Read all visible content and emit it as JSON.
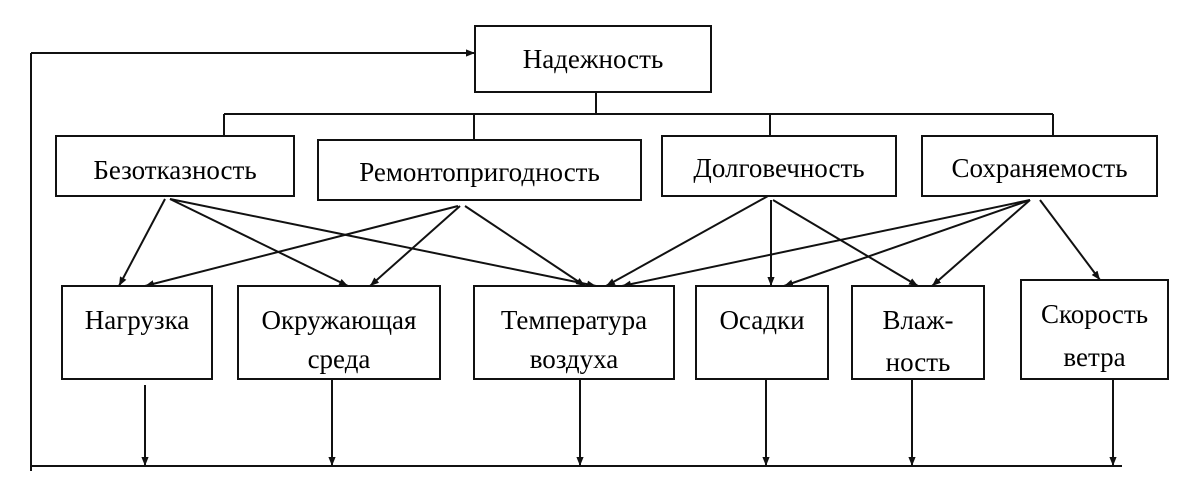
{
  "diagram": {
    "root": {
      "id": "reliability",
      "label": [
        "Надежность"
      ]
    },
    "properties": [
      {
        "id": "failure-free",
        "label": [
          "Безотказность"
        ]
      },
      {
        "id": "maintainability",
        "label": [
          "Ремонтопригодность"
        ]
      },
      {
        "id": "durability",
        "label": [
          "Долговечность"
        ]
      },
      {
        "id": "storability",
        "label": [
          "Сохраняемость"
        ]
      }
    ],
    "factors": [
      {
        "id": "load",
        "label": [
          "Нагрузка"
        ]
      },
      {
        "id": "environment",
        "label": [
          "Окружающая",
          "среда"
        ]
      },
      {
        "id": "air-temperature",
        "label": [
          "Температура",
          "воздуха"
        ]
      },
      {
        "id": "precipitation",
        "label": [
          "Осадки"
        ]
      },
      {
        "id": "humidity",
        "label": [
          "Влаж-",
          "ность"
        ]
      },
      {
        "id": "wind-speed",
        "label": [
          "Скорость",
          "ветра"
        ]
      }
    ],
    "influences": [
      {
        "from": "failure-free",
        "to": "load"
      },
      {
        "from": "failure-free",
        "to": "environment"
      },
      {
        "from": "failure-free",
        "to": "air-temperature"
      },
      {
        "from": "maintainability",
        "to": "load"
      },
      {
        "from": "maintainability",
        "to": "environment"
      },
      {
        "from": "maintainability",
        "to": "air-temperature"
      },
      {
        "from": "durability",
        "to": "air-temperature"
      },
      {
        "from": "durability",
        "to": "precipitation"
      },
      {
        "from": "durability",
        "to": "humidity"
      },
      {
        "from": "storability",
        "to": "air-temperature"
      },
      {
        "from": "storability",
        "to": "precipitation"
      },
      {
        "from": "storability",
        "to": "humidity"
      },
      {
        "from": "storability",
        "to": "wind-speed"
      }
    ],
    "feedback": {
      "from": "factors",
      "to": "reliability"
    }
  }
}
